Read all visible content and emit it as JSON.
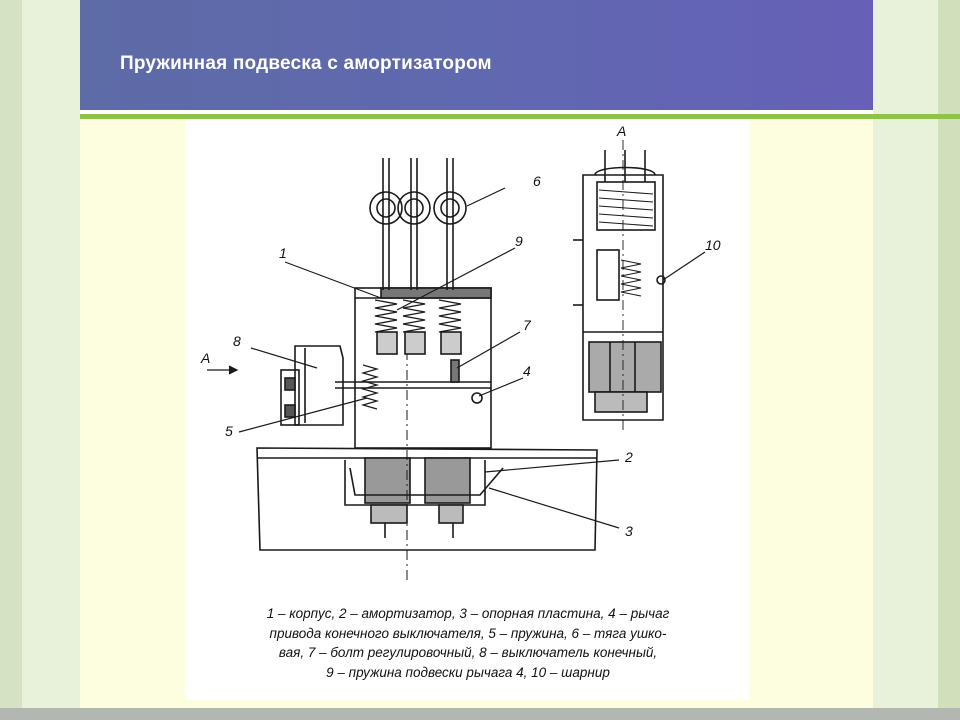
{
  "slide": {
    "title": "Пружинная подвеска с амортизатором"
  },
  "diagram": {
    "labels": {
      "view_a_left": "А",
      "view_a_right": "А",
      "n1": "1",
      "n2": "2",
      "n3": "3",
      "n4": "4",
      "n5": "5",
      "n6": "6",
      "n7": "7",
      "n8": "8",
      "n9": "9",
      "n10": "10"
    },
    "caption": [
      "1 – корпус, 2 – амортизатор, 3 – опорная пластина, 4 – рычаг",
      "привода конечного выключателя, 5 – пружина, 6 – тяга ушко-",
      "вая,  7  –   болт регулировочный,  8  – выключатель конечный,",
      "9 – пружина подвески рычага 4, 10 – шарнир"
    ]
  },
  "colors": {
    "header": "#6167b1",
    "accent_green": "#8fc249",
    "panel": "#fdfddf",
    "strip_light": "#e8f1d9",
    "strip_mid": "#cfe0bb"
  }
}
